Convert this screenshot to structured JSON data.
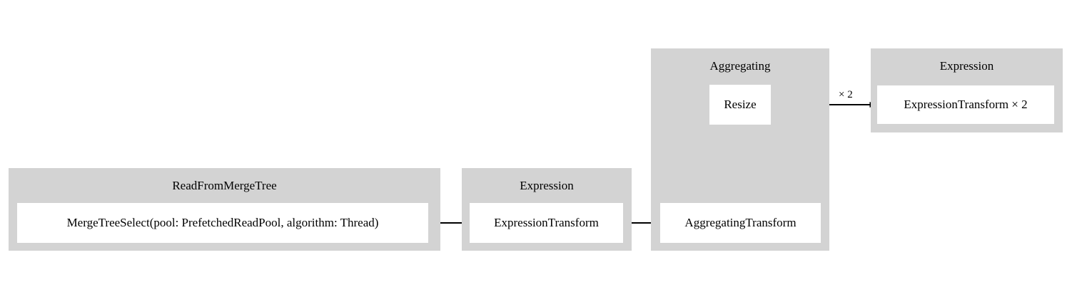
{
  "diagram": {
    "title_style": "clickhouse-pipeline-graph",
    "background_color": "#ffffff",
    "cluster_color": "#d3d3d3",
    "node_color": "#ffffff",
    "edge_color": "#000000",
    "clusters": [
      {
        "id": "read_from_merge_tree",
        "label": "ReadFromMergeTree",
        "nodes": [
          {
            "id": "merge_tree_select",
            "label": "MergeTreeSelect(pool: PrefetchedReadPool, algorithm: Thread)"
          }
        ]
      },
      {
        "id": "expression_1",
        "label": "Expression",
        "nodes": [
          {
            "id": "expression_transform",
            "label": "ExpressionTransform"
          }
        ]
      },
      {
        "id": "aggregating",
        "label": "Aggregating",
        "nodes": [
          {
            "id": "resize",
            "label": "Resize"
          },
          {
            "id": "aggregating_transform",
            "label": "AggregatingTransform"
          }
        ]
      },
      {
        "id": "expression_2",
        "label": "Expression",
        "nodes": [
          {
            "id": "expression_transform_x2",
            "label": "ExpressionTransform × 2"
          }
        ]
      }
    ],
    "edges": [
      {
        "id": "edge-merge-to-expr",
        "from": "merge_tree_select",
        "to": "expression_transform",
        "label": ""
      },
      {
        "id": "edge-expr-to-agg",
        "from": "expression_transform",
        "to": "aggregating_transform",
        "label": ""
      },
      {
        "id": "edge-agg-to-resize",
        "from": "aggregating_transform",
        "to": "resize",
        "label": ""
      },
      {
        "id": "edge-resize-to-expr2",
        "from": "resize",
        "to": "expression_transform_x2",
        "label": "× 2"
      }
    ]
  }
}
